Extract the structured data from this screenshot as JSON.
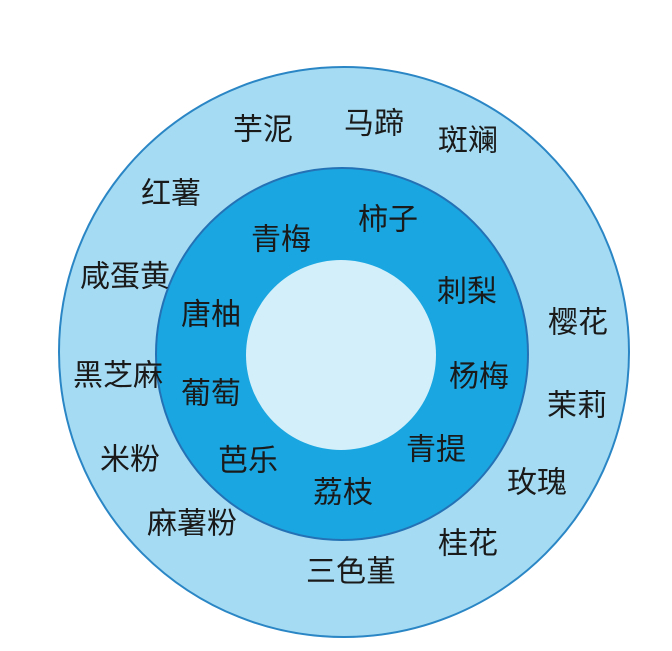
{
  "colors": {
    "outer_ring_fill": "#a6dcf3",
    "outer_ring_stroke": "#2b86c5",
    "middle_ring_fill": "#1aa6e0",
    "middle_ring_stroke": "#2472b5",
    "center_fill": "#d3effa",
    "label_color": "#1a1a1a"
  },
  "inner_ring": {
    "labels": [
      "柿子",
      "刺梨",
      "杨梅",
      "青提",
      "荔枝",
      "芭乐",
      "葡萄",
      "唐柚",
      "青梅"
    ]
  },
  "outer_ring": {
    "labels": [
      "马蹄",
      "斑斓",
      "樱花",
      "茉莉",
      "玫瑰",
      "桂花",
      "三色堇",
      "麻薯粉",
      "米粉",
      "黑芝麻",
      "咸蛋黄",
      "红薯",
      "芋泥"
    ]
  }
}
